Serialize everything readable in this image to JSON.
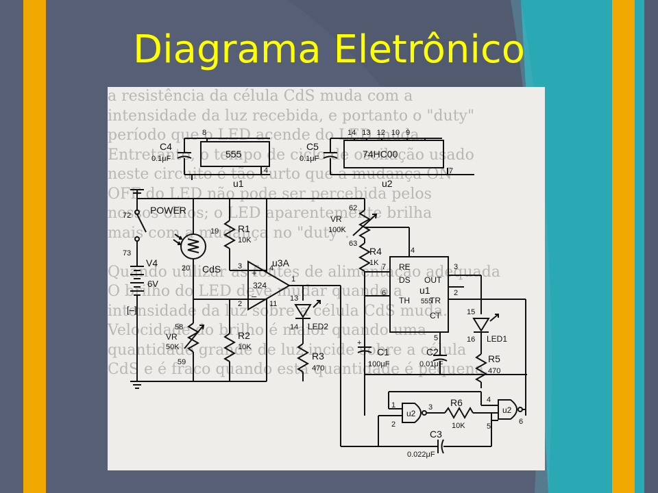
{
  "title": "Diagrama Eletrônico",
  "colors": {
    "background": "#565f76",
    "accent_bar": "#f0a800",
    "teal": "#2aa8b4",
    "title": "#ffff00"
  },
  "background_text": [
    "a resistência da célula CdS muda com a",
    "intensidade da luz recebida, e portanto o \"duty\"",
    "período que o LED acende do LED muda.",
    "Entretanto, o tempo de ciclo de oscilação usado",
    "neste circuito é tão curto que a mudança ON",
    "OFF do LED não pode ser percebida pelos",
    "nossos olhos; o LED aparentemente brilha",
    "mais com a mudança no \"duty\".",
    "",
    "Quando utilizar as fontes de alimentação adequada",
    "O brilho do LED deve mudar quando a",
    "intensidade da luz sobre a célula CdS muda.",
    "Velocidade do brilho é maior quando uma",
    "quantidade grande de luz incide sobre a célula",
    "CdS e é fraco quando esta quantidade é pequena."
  ],
  "circuit": {
    "c4": {
      "name": "C4",
      "value": "0.1μF"
    },
    "c5": {
      "name": "C5",
      "value": "0.1μF"
    },
    "u1_top": {
      "chip": "555",
      "name": "u1",
      "pin_top": "8",
      "pin_bottom": "4"
    },
    "u2_top": {
      "chip": "74HC00",
      "name": "u2",
      "pins_top": "14 13 12 10 9",
      "pin_bottom": "7"
    },
    "power": {
      "label": "POWER",
      "pin_a": "72",
      "pin_b": "73"
    },
    "v4": {
      "name": "V4",
      "voltage": "6V",
      "minus": "[–]"
    },
    "cds": {
      "label": "CdS",
      "pin_a": "19",
      "pin_b": "20"
    },
    "r1": {
      "name": "R1",
      "value": "10K"
    },
    "r2": {
      "name": "R2",
      "value": "10K"
    },
    "r3": {
      "name": "R3",
      "value": "470"
    },
    "r4": {
      "name": "R4",
      "value": "1K"
    },
    "r5": {
      "name": "R5",
      "value": "470"
    },
    "r6": {
      "name": "R6",
      "value": "10K"
    },
    "vr_top": {
      "name": "VR",
      "value": "100K",
      "pin_a": "62",
      "pin_b": "63"
    },
    "vr_bot": {
      "name": "VR",
      "value": "50K",
      "pin_a": "58",
      "pin_b": "59"
    },
    "opamp": {
      "name": "u3A",
      "chip": "324",
      "pin3": "3",
      "pin2": "2",
      "pin4": "4",
      "pin11": "11",
      "pin1": "1",
      "plus": "+",
      "minus": "–"
    },
    "led2": {
      "name": "LED2",
      "pin_a": "13",
      "pin_b": "14"
    },
    "led1": {
      "name": "LED1",
      "pin_a": "15",
      "pin_b": "16"
    },
    "u1_555": {
      "name": "u1",
      "chip": "555",
      "re": "RE",
      "ds": "DS",
      "th": "TH",
      "out": "OUT",
      "tr": "TR",
      "ct": "CT",
      "p4": "4",
      "p7": "7",
      "p6": "6",
      "p3": "3",
      "p2": "2",
      "p5": "5"
    },
    "c1": {
      "name": "C1",
      "value": "100μF",
      "plus": "+"
    },
    "c2": {
      "name": "C2",
      "value": "0.01μF"
    },
    "c3": {
      "name": "C3",
      "value": "0.022μF"
    },
    "gate1": {
      "name": "u2",
      "p1": "1",
      "p2": "2",
      "p3": "3"
    },
    "gate2": {
      "name": "u2",
      "p4": "4",
      "p5": "5",
      "p6": "6"
    }
  }
}
